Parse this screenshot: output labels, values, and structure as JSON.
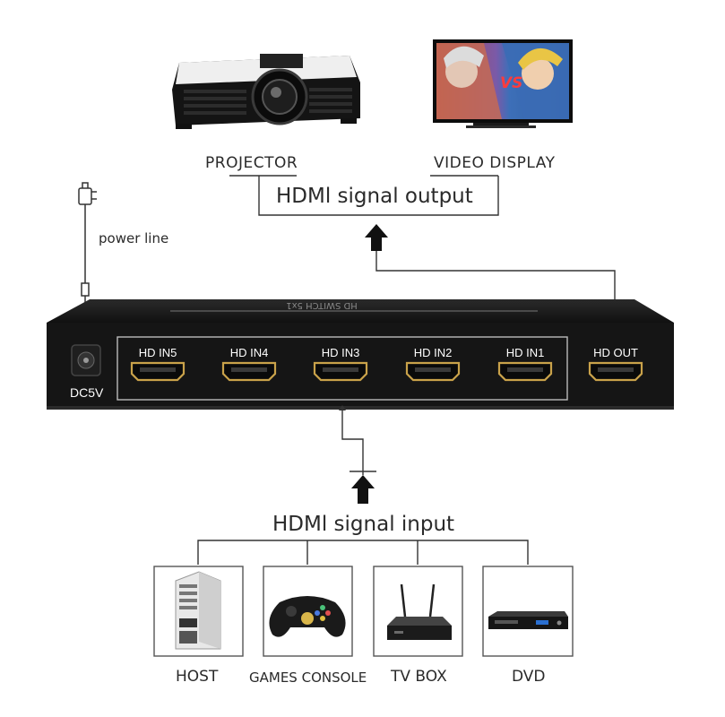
{
  "outputs": {
    "projector_label": "PROJECTOR",
    "display_label": "VIDEO DISPLAY",
    "display_overlay": "VS",
    "group_label": "HDMl signal output"
  },
  "power": {
    "label": "power line"
  },
  "device": {
    "dc_label": "DC5V",
    "top_text": "HD SWITCH 5x1",
    "ports": [
      "HD IN5",
      "HD IN4",
      "HD IN3",
      "HD IN2",
      "HD IN1",
      "HD OUT"
    ]
  },
  "inputs": {
    "group_label": "HDMl signal input",
    "sources": [
      "HOST",
      "GAMES CONSOLE",
      "TV BOX",
      "DVD"
    ]
  }
}
